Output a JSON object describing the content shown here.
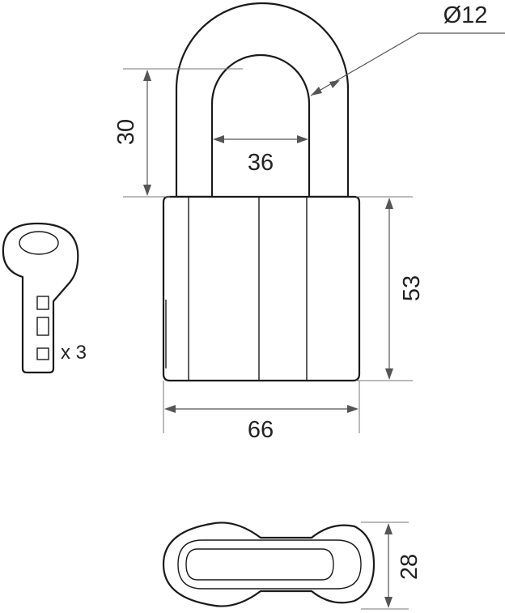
{
  "dimensions": {
    "diameter": "Ø12",
    "shackle_height": "30",
    "shackle_width": "36",
    "body_height": "53",
    "body_width": "66",
    "body_depth": "28"
  },
  "key": {
    "quantity": "x 3"
  }
}
